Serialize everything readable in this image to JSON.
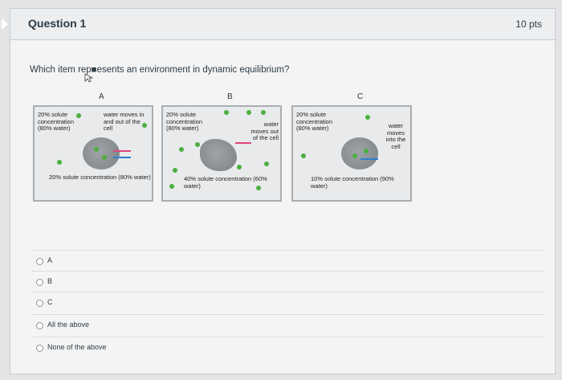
{
  "question": {
    "title": "Question 1",
    "points": "10 pts",
    "prompt": "Which item rep■esents an environment in dynamic equilibrium?"
  },
  "figure": {
    "panels": [
      {
        "letter": "A",
        "label_left": "20% solute concentration (80% water)",
        "label_right": "water moves in and out of the cell",
        "label_bottom": "20% solute concentration (80% water)"
      },
      {
        "letter": "B",
        "label_left": "20% solute concentration (80% water)",
        "label_right": "water moves out of the cell",
        "label_bottom": "40% solute concentration (60% water)"
      },
      {
        "letter": "C",
        "label_left": "20% solute concentration (80% water)",
        "label_right": "water moves into the cell",
        "label_bottom": "10% solute concentration (90% water)"
      }
    ]
  },
  "options": [
    {
      "label": "A",
      "selected": false
    },
    {
      "label": "B",
      "selected": false
    },
    {
      "label": "C",
      "selected": false
    },
    {
      "label": "All the above",
      "selected": false
    },
    {
      "label": "None of the above",
      "selected": false
    }
  ],
  "colors": {
    "solute_dot": "#4caf3f",
    "arrow_out": "#e0457b",
    "arrow_in": "#2f7fd0"
  }
}
